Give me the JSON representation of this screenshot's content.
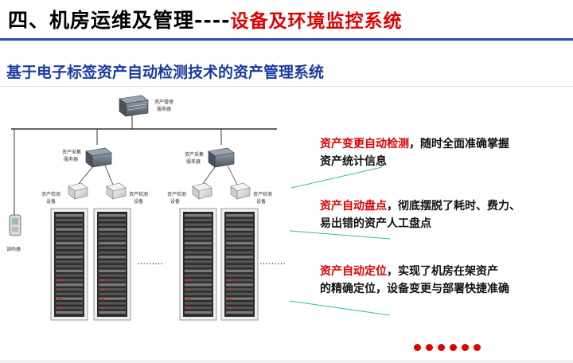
{
  "header": {
    "title_black": "四、机房运维及管理----",
    "title_red": "设备及环境监控系统"
  },
  "subtitle": "基于电子标签资产自动检测技术的资产管理系统",
  "diagram": {
    "mgmt_server": [
      "资产管理",
      "服务器"
    ],
    "collect_server_1": [
      "资产采集",
      "服务器"
    ],
    "collect_server_2": [
      "资产采集",
      "服务器"
    ],
    "detect_1": [
      "资产检测",
      "设备"
    ],
    "detect_2": [
      "资产检测",
      "设备"
    ],
    "detect_3": [
      "资产检测",
      "设备"
    ],
    "detect_4": [
      "资产检测",
      "设备"
    ],
    "reader": "读码器",
    "ellipsis": "………"
  },
  "features": [
    {
      "highlight": "资产变更自动检测",
      "text1": "，随时全面准确掌握",
      "text2": "资产统计信息"
    },
    {
      "highlight": "资产自动盘点",
      "text1": "，彻底摆脱了耗时、费力、",
      "text2": "易出错的资产人工盘点"
    },
    {
      "highlight": "资产自动定位",
      "text1": "，实现了机房在架资产",
      "text2": "的精确定位，设备变更与部署快捷准确"
    }
  ],
  "colors": {
    "accent_red": "#e00000",
    "title_blue": "#1a3aa0",
    "line_teal": "#2fbfa0"
  }
}
